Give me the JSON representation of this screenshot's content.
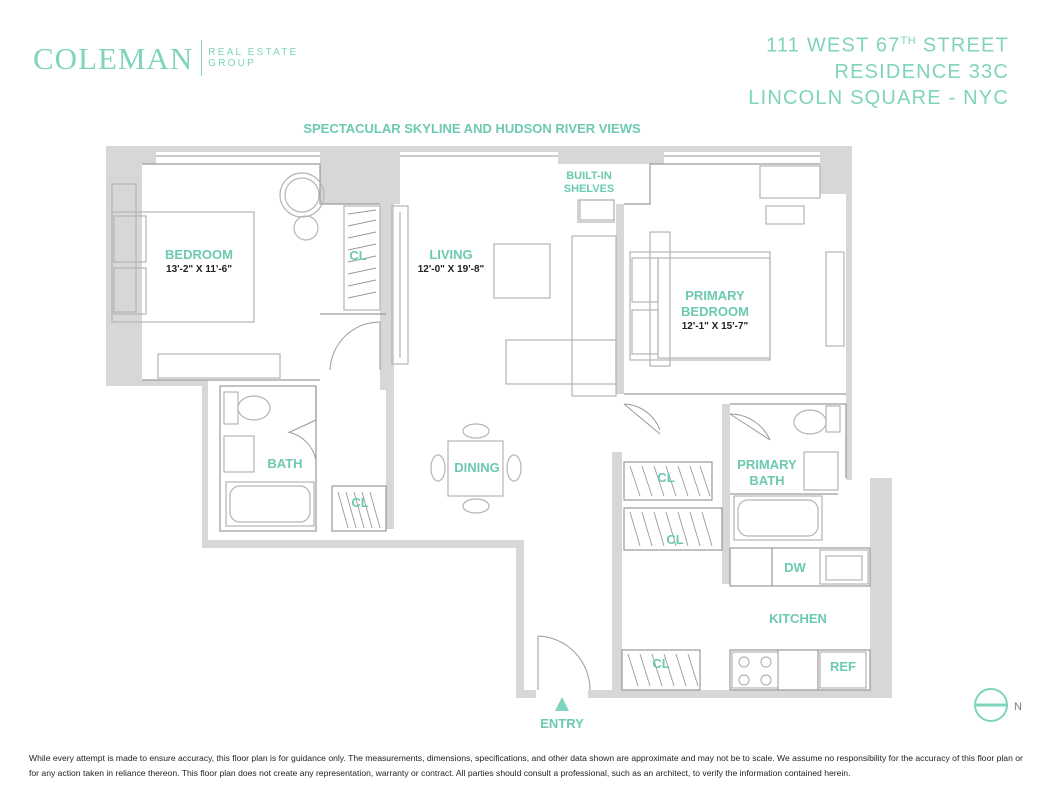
{
  "brand": {
    "name": "COLEMAN",
    "sub_line1": "REAL ESTATE",
    "sub_line2": "GROUP"
  },
  "address": {
    "line1_prefix": "111 WEST 67",
    "line1_sup": "TH",
    "line1_suffix": " STREET",
    "line2": "RESIDENCE 33C",
    "line3": "LINCOLN SQUARE - NYC"
  },
  "view_label": "SPECTACULAR SKYLINE AND HUDSON RIVER VIEWS",
  "rooms": {
    "bedroom": {
      "name": "BEDROOM",
      "dims": "13'-2\" X 11'-6\""
    },
    "living": {
      "name": "LIVING",
      "dims": "12'-0\" X 19'-8\""
    },
    "builtin_line1": "BUILT-IN",
    "builtin_line2": "SHELVES",
    "primary_bedroom": {
      "line1": "PRIMARY",
      "line2": "BEDROOM",
      "dims": "12'-1\" X 15'-7\""
    },
    "closet_bedroom": "CL",
    "closet_hall": "CL",
    "closet_primary_1": "CL",
    "closet_primary_2": "CL",
    "closet_entry": "CL",
    "bath": "BATH",
    "dining": "DINING",
    "primary_bath_line1": "PRIMARY",
    "primary_bath_line2": "BATH",
    "dw": "DW",
    "kitchen": "KITCHEN",
    "ref": "REF",
    "entry": "ENTRY"
  },
  "compass_label": "N",
  "disclaimer": "While every attempt is made to ensure accuracy, this floor plan is for guidance only. The measurements, dimensions, specifications, and other data shown are approximate and may not be to scale.  We assume no responsibility for the accuracy of this floor plan or for any action taken in reliance thereon. This floor plan does not create any representation, warranty or contract. All parties should consult a professional, such as an architect, to verify the information contained herein.",
  "colors": {
    "accent": "#7fd4bd",
    "wall": "#d7d7d7",
    "line": "#9a9a9a",
    "label": "#6cc9b2"
  },
  "icons": [
    "compass-icon",
    "entry-arrow-icon"
  ]
}
